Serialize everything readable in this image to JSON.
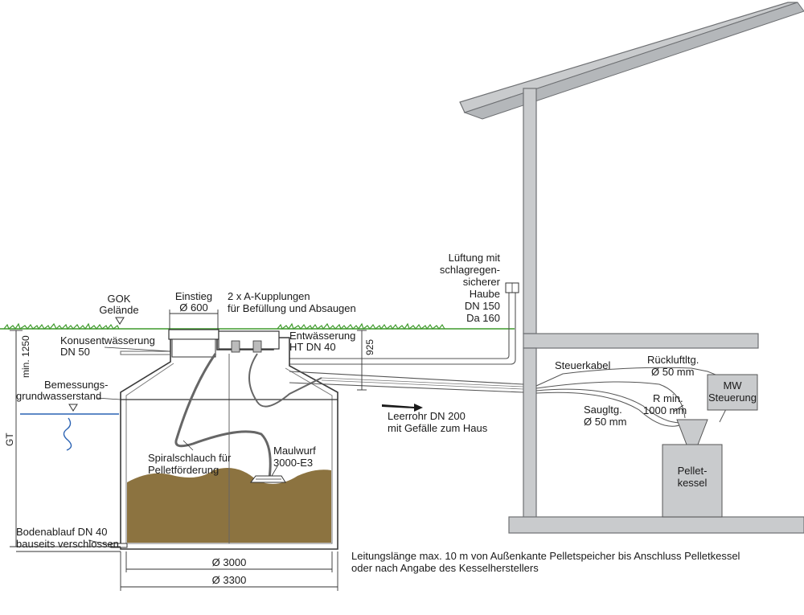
{
  "labels": {
    "gok": "GOK",
    "gelaende": "Gelände",
    "einstieg": "Einstieg",
    "einstieg_dia": "Ø 600",
    "kupplungen_1": "2 x A-Kupplungen",
    "kupplungen_2": "für Befüllung und Absaugen",
    "konus_1": "Konusentwässerung",
    "konus_2": "DN 50",
    "entw_1": "Entwässerung",
    "entw_2": "HT DN 40",
    "bemessung_1": "Bemessungs-",
    "bemessung_2": "grundwasserstand",
    "min1250": "min. 1250",
    "gt": "GT",
    "spiral_1": "Spiralschlauch für",
    "spiral_2": "Pelletförderung",
    "maulwurf_1": "Maulwurf",
    "maulwurf_2": "3000-E3",
    "boden_1": "Bodenablauf DN 40",
    "boden_2": "bauseits verschlossen",
    "dia3000": "Ø 3000",
    "dia3300": "Ø 3300",
    "leerrohr_1": "Leerrohr DN 200",
    "leerrohr_2": "mit Gefälle zum Haus",
    "dim925": "925",
    "lueftung_1": "Lüftung mit",
    "lueftung_2": "schlagregen-",
    "lueftung_3": "sicherer",
    "lueftung_4": "Haube",
    "lueftung_5": "DN 150",
    "lueftung_6": "Da 160",
    "steuerkabel": "Steuerkabel",
    "rueckluft_1": "Rückluftltg.",
    "rueckluft_2": "Ø 50 mm",
    "saug_1": "Saugltg.",
    "saug_2": "Ø 50 mm",
    "rmin_1": "R min.",
    "rmin_2": "1000 mm",
    "mw_1": "MW",
    "mw_2": "Steuerung",
    "pellet_1": "Pellet-",
    "pellet_2": "kessel",
    "note_1": "Leitungslänge max. 10 m von Außenkante Pelletspeicher bis Anschluss Pelletkessel",
    "note_2": "oder nach Angabe des Kesselherstellers"
  },
  "colors": {
    "wall": "#c9cbcd",
    "grass": "#3f9a2c",
    "water": "#2a62b3",
    "pellets": "#8c7340",
    "tank_outline": "#3a3a3a"
  }
}
